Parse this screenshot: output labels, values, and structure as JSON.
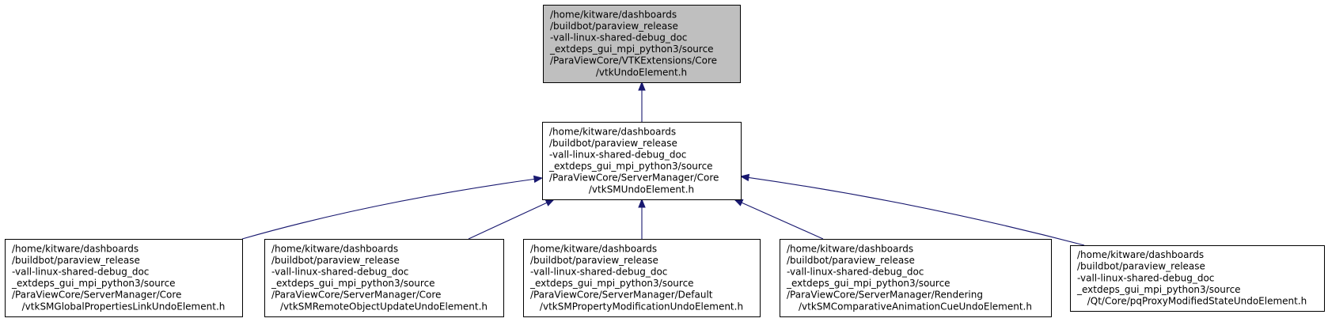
{
  "colors": {
    "root_fill": "#bfbfbf",
    "node_fill": "#ffffff",
    "node_border": "#000000",
    "edge": "#191970"
  },
  "nodes": [
    {
      "id": "vtkUndoElement",
      "highlighted": true,
      "lines": [
        "/home/kitware/dashboards",
        "/buildbot/paraview_release",
        "-vall-linux-shared-debug_doc",
        "_extdeps_gui_mpi_python3/source",
        "/ParaViewCore/VTKExtensions/Core",
        "/vtkUndoElement.h"
      ]
    },
    {
      "id": "vtkSMUndoElement",
      "highlighted": false,
      "lines": [
        "/home/kitware/dashboards",
        "/buildbot/paraview_release",
        "-vall-linux-shared-debug_doc",
        "_extdeps_gui_mpi_python3/source",
        "/ParaViewCore/ServerManager/Core",
        "/vtkSMUndoElement.h"
      ]
    },
    {
      "id": "vtkSMGlobalPropertiesLinkUndoElement",
      "highlighted": false,
      "lines": [
        "/home/kitware/dashboards",
        "/buildbot/paraview_release",
        "-vall-linux-shared-debug_doc",
        "_extdeps_gui_mpi_python3/source",
        "/ParaViewCore/ServerManager/Core",
        "/vtkSMGlobalPropertiesLinkUndoElement.h"
      ]
    },
    {
      "id": "vtkSMRemoteObjectUpdateUndoElement",
      "highlighted": false,
      "lines": [
        "/home/kitware/dashboards",
        "/buildbot/paraview_release",
        "-vall-linux-shared-debug_doc",
        "_extdeps_gui_mpi_python3/source",
        "/ParaViewCore/ServerManager/Core",
        "/vtkSMRemoteObjectUpdateUndoElement.h"
      ]
    },
    {
      "id": "vtkSMPropertyModificationUndoElement",
      "highlighted": false,
      "lines": [
        "/home/kitware/dashboards",
        "/buildbot/paraview_release",
        "-vall-linux-shared-debug_doc",
        "_extdeps_gui_mpi_python3/source",
        "/ParaViewCore/ServerManager/Default",
        "/vtkSMPropertyModificationUndoElement.h"
      ]
    },
    {
      "id": "vtkSMComparativeAnimationCueUndoElement",
      "highlighted": false,
      "lines": [
        "/home/kitware/dashboards",
        "/buildbot/paraview_release",
        "-vall-linux-shared-debug_doc",
        "_extdeps_gui_mpi_python3/source",
        "/ParaViewCore/ServerManager/Rendering",
        "/vtkSMComparativeAnimationCueUndoElement.h"
      ]
    },
    {
      "id": "pqProxyModifiedStateUndoElement",
      "highlighted": false,
      "lines": [
        "/home/kitware/dashboards",
        "/buildbot/paraview_release",
        "-vall-linux-shared-debug_doc",
        "_extdeps_gui_mpi_python3/source",
        "/Qt/Core/pqProxyModifiedStateUndoElement.h"
      ]
    }
  ],
  "edges": [
    {
      "from": "vtkSMUndoElement",
      "to": "vtkUndoElement"
    },
    {
      "from": "vtkSMGlobalPropertiesLinkUndoElement",
      "to": "vtkSMUndoElement"
    },
    {
      "from": "vtkSMRemoteObjectUpdateUndoElement",
      "to": "vtkSMUndoElement"
    },
    {
      "from": "vtkSMPropertyModificationUndoElement",
      "to": "vtkSMUndoElement"
    },
    {
      "from": "vtkSMComparativeAnimationCueUndoElement",
      "to": "vtkSMUndoElement"
    },
    {
      "from": "pqProxyModifiedStateUndoElement",
      "to": "vtkSMUndoElement"
    }
  ]
}
